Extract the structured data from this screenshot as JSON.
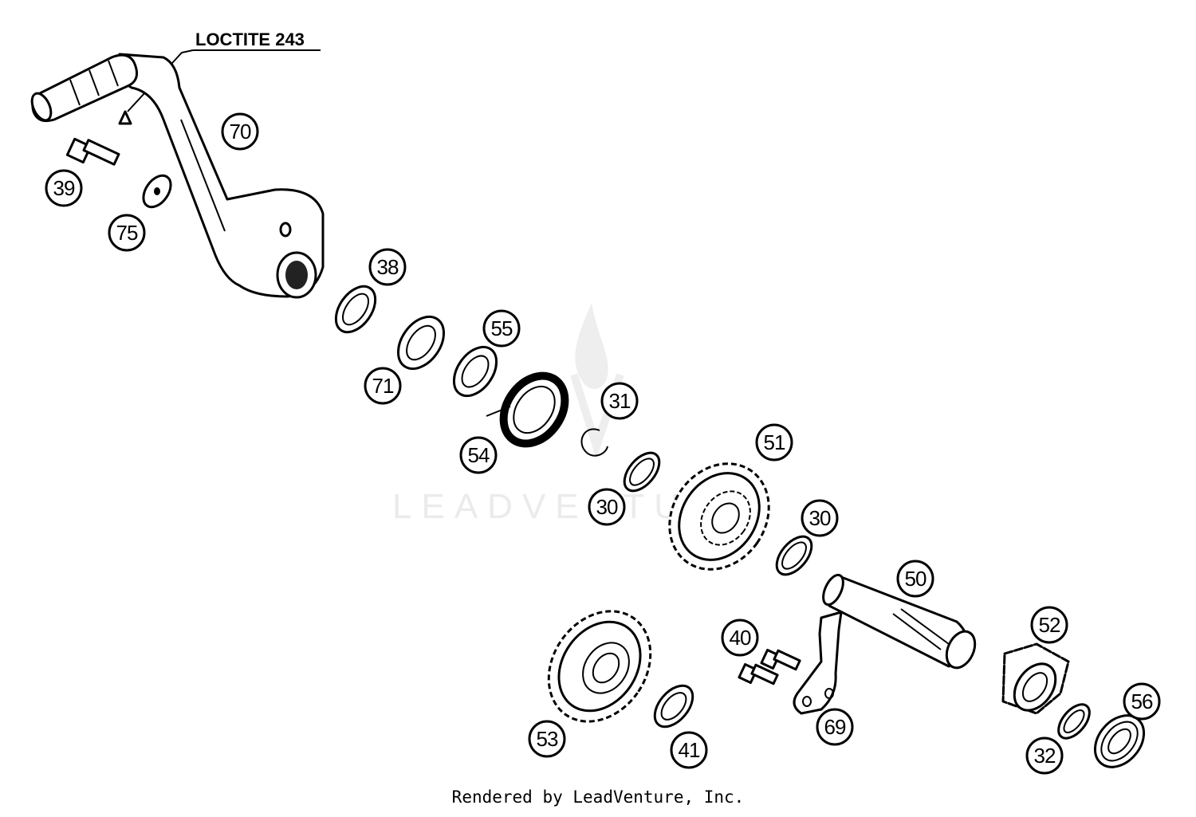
{
  "note": {
    "text": "LOCTITE 243"
  },
  "watermark": {
    "text": "LEADVENTURE",
    "color": "#ebebeb"
  },
  "callouts": [
    {
      "id": "70",
      "label": "70"
    },
    {
      "id": "39",
      "label": "39"
    },
    {
      "id": "75",
      "label": "75"
    },
    {
      "id": "38",
      "label": "38"
    },
    {
      "id": "55",
      "label": "55"
    },
    {
      "id": "71",
      "label": "71"
    },
    {
      "id": "31",
      "label": "31"
    },
    {
      "id": "54",
      "label": "54"
    },
    {
      "id": "51",
      "label": "51"
    },
    {
      "id": "30a",
      "label": "30"
    },
    {
      "id": "30b",
      "label": "30"
    },
    {
      "id": "50",
      "label": "50"
    },
    {
      "id": "52",
      "label": "52"
    },
    {
      "id": "40",
      "label": "40"
    },
    {
      "id": "53",
      "label": "53"
    },
    {
      "id": "41",
      "label": "41"
    },
    {
      "id": "69",
      "label": "69"
    },
    {
      "id": "56",
      "label": "56"
    },
    {
      "id": "32",
      "label": "32"
    }
  ],
  "footer": {
    "text": "Rendered by LeadVenture, Inc."
  }
}
